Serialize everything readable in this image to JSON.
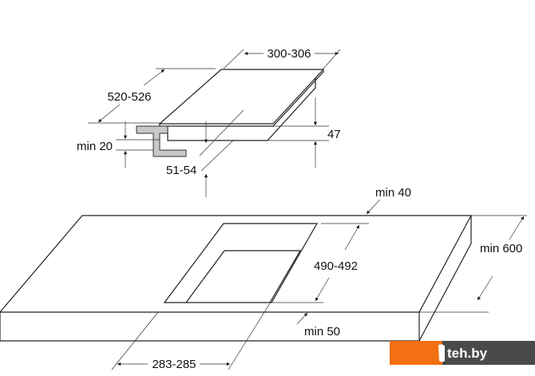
{
  "hob": {
    "width_label": "300-306",
    "depth_label": "520-526",
    "height_label": "47",
    "countertop_min_label": "min 20",
    "insertion_depth_label": "51-54"
  },
  "countertop": {
    "back_margin_label": "min 40",
    "cutout_depth_label": "490-492",
    "countertop_depth_label": "min 600",
    "front_margin_label": "min 50",
    "cutout_width_label": "283-285"
  },
  "watermark": {
    "text": "teh.by",
    "accent_color": "#f36f13",
    "bar_color": "#4a4a4a"
  }
}
